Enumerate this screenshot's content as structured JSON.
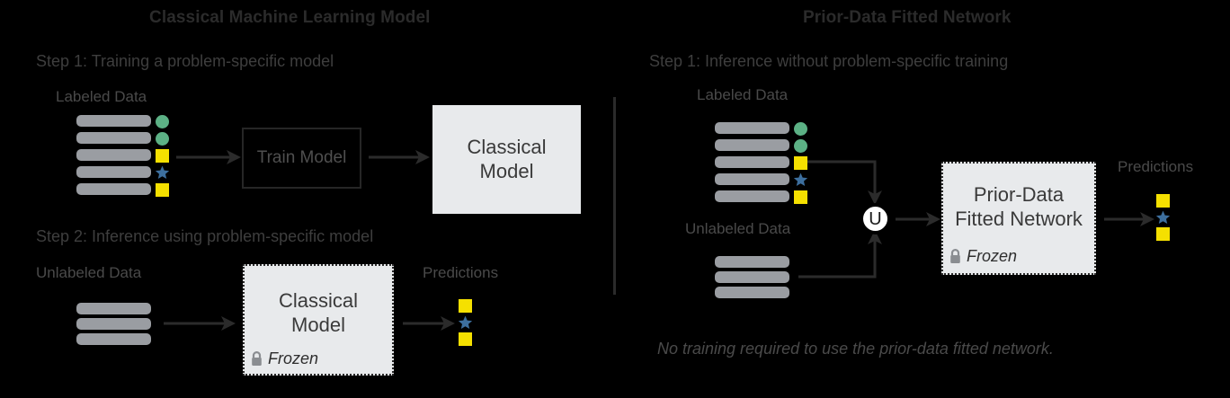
{
  "colors": {
    "background": "#000000",
    "text_dark": "#2b2b2b",
    "text_gray": "#4a4a4a",
    "data_row": "#9a9da2",
    "box_fill": "#e8eaec",
    "marker_green": "#5cb185",
    "marker_yellow": "#f5e000",
    "marker_blue": "#3d6f9e",
    "arrow": "#2b2b2b",
    "lock": "#8a8d91"
  },
  "left_panel": {
    "title": "Classical Machine Learning Model",
    "step1": {
      "label": "Step 1: Training a problem-specific model",
      "data_label": "Labeled Data",
      "markers": [
        "circle-green",
        "circle-green",
        "square-yellow",
        "star-blue",
        "square-yellow"
      ],
      "train_box_label": "Train Model",
      "model_box_line1": "Classical",
      "model_box_line2": "Model"
    },
    "step2": {
      "label": "Step 2: Inference using problem-specific model",
      "data_label": "Unlabeled Data",
      "row_count": 3,
      "model_box_line1": "Classical",
      "model_box_line2": "Model",
      "frozen_label": "Frozen",
      "frozen_icon": "lock-icon",
      "predictions_label": "Predictions",
      "predictions": [
        "square-yellow",
        "star-blue",
        "square-yellow"
      ]
    }
  },
  "right_panel": {
    "title": "Prior-Data Fitted Network",
    "step1": {
      "label": "Step 1: Inference without problem-specific training",
      "labeled_data_label": "Labeled Data",
      "markers": [
        "circle-green",
        "circle-green",
        "square-yellow",
        "star-blue",
        "square-yellow"
      ],
      "unlabeled_data_label": "Unlabeled Data",
      "unlabeled_row_count": 3,
      "union_symbol": "U",
      "model_box_line1": "Prior-Data",
      "model_box_line2": "Fitted Network",
      "frozen_label": "Frozen",
      "frozen_icon": "lock-icon",
      "predictions_label": "Predictions",
      "predictions": [
        "square-yellow",
        "star-blue",
        "square-yellow"
      ]
    },
    "footnote": "No training required to use the prior-data fitted network."
  }
}
